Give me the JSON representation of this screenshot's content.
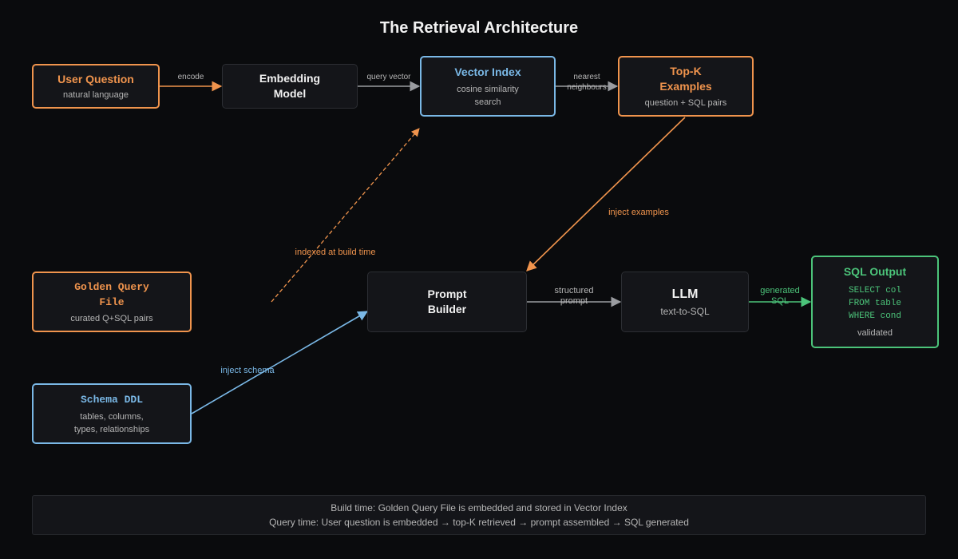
{
  "title": "The Retrieval Architecture",
  "nodes": {
    "user_question": {
      "title": "User Question",
      "sub": "natural language"
    },
    "embedding_model": {
      "title_lines": [
        "Embedding",
        "Model"
      ]
    },
    "vector_index": {
      "title": "Vector Index",
      "sub_lines": [
        "cosine similarity",
        "search"
      ]
    },
    "top_k": {
      "title_lines": [
        "Top-K",
        "Examples"
      ],
      "sub": "question + SQL pairs"
    },
    "golden_query": {
      "title_lines": [
        "Golden Query",
        "File"
      ],
      "sub": "curated Q+SQL pairs"
    },
    "schema_ddl": {
      "title": "Schema DDL",
      "sub_lines": [
        "tables, columns,",
        "types, relationships"
      ]
    },
    "prompt_builder": {
      "title_lines": [
        "Prompt",
        "Builder"
      ]
    },
    "llm": {
      "title": "LLM",
      "sub": "text-to-SQL"
    },
    "sql_output": {
      "title": "SQL Output",
      "sql_lines": [
        "SELECT col",
        "FROM table",
        "WHERE cond"
      ],
      "sub": "validated"
    }
  },
  "edges": {
    "encode": "encode",
    "query_vector": "query vector",
    "nearest_neighbours": [
      "nearest",
      "neighbours"
    ],
    "inject_examples": "inject examples",
    "indexed_at_build_time": "indexed at build time",
    "structured_prompt": [
      "structured",
      "prompt"
    ],
    "generated_sql": [
      "generated",
      "SQL"
    ],
    "inject_schema": "inject schema"
  },
  "colors": {
    "orange": "#f0944d",
    "blue": "#7ab8e6",
    "green": "#4cc47a",
    "gray": "#9a9ca0",
    "background": "#0a0b0d"
  },
  "footer": {
    "line1": "Build time: Golden Query File is embedded and stored in Vector Index",
    "line2": "Query time: User question is embedded → top-K retrieved → prompt assembled → SQL generated"
  }
}
